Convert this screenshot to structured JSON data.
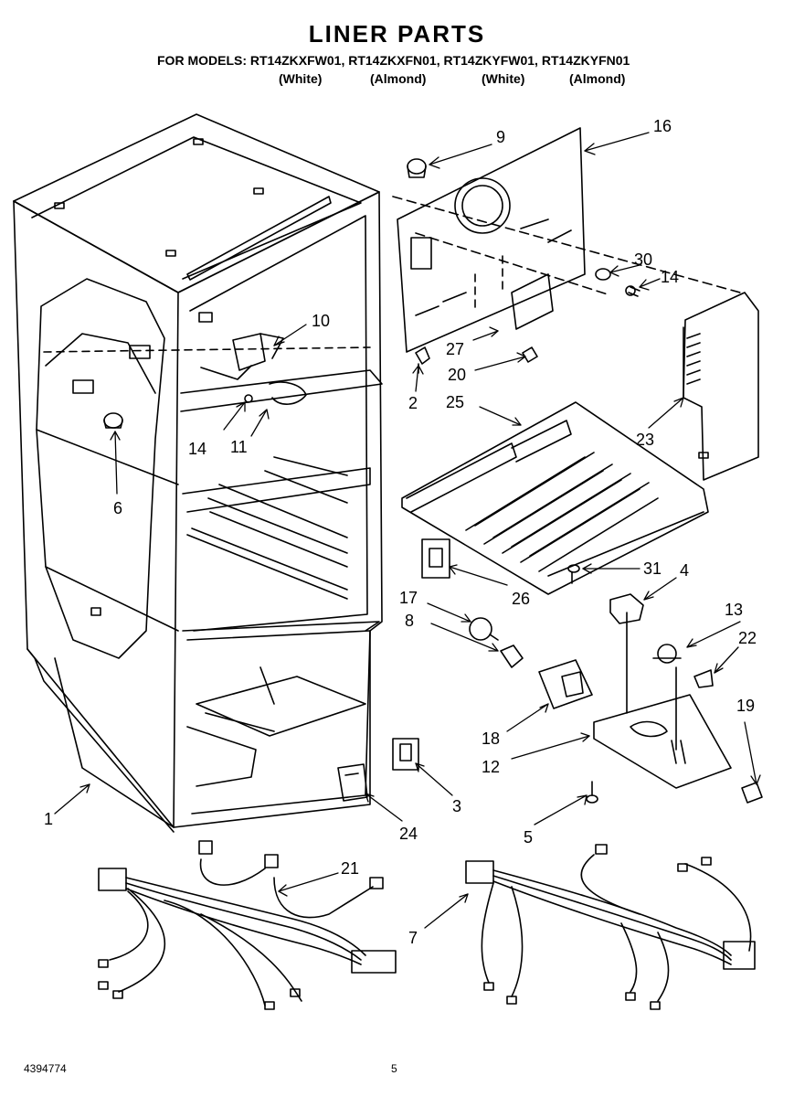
{
  "header": {
    "title": "LINER PARTS",
    "models_line": "FOR MODELS: RT14ZKXFW01, RT14ZKXFN01, RT14ZKYFW01, RT14ZKYFN01",
    "colors": [
      "(White)",
      "(Almond)",
      "(White)",
      "(Almond)"
    ]
  },
  "callouts": [
    "1",
    "2",
    "3",
    "4",
    "5",
    "6",
    "7",
    "8",
    "9",
    "10",
    "11",
    "12",
    "13",
    "14",
    "14",
    "16",
    "17",
    "18",
    "19",
    "20",
    "21",
    "22",
    "23",
    "24",
    "25",
    "26",
    "27",
    "30",
    "31"
  ],
  "footer": {
    "doc_number": "4394774",
    "page_number": "5"
  }
}
